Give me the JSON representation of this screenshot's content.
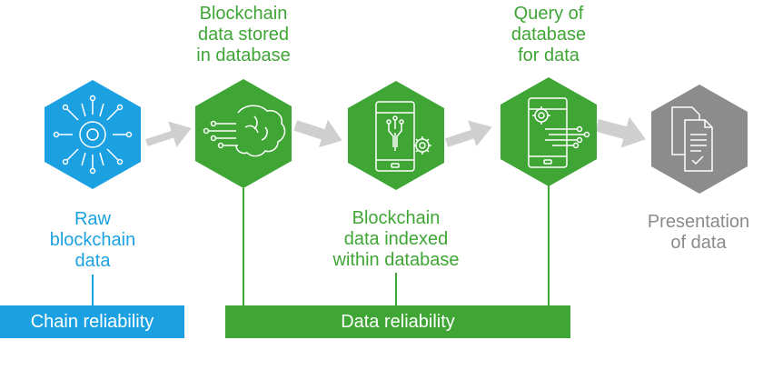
{
  "colors": {
    "blue": "#1ba1e2",
    "green": "#3fa535",
    "gray": "#8c8c8c",
    "arrow": "#cfcfcf",
    "label_gray": "#8a8a8a"
  },
  "steps": [
    {
      "label": "Raw\nblockchain\ndata",
      "icon": "circuit-gear-icon",
      "color": "blue"
    },
    {
      "label": "Blockchain\ndata stored\nin database",
      "icon": "brain-circuit-icon",
      "color": "green"
    },
    {
      "label": "Blockchain\ndata indexed\nwithin database",
      "icon": "phone-circuit-gear-icon",
      "color": "green"
    },
    {
      "label": "Query of\ndatabase\nfor data",
      "icon": "phone-gear-circuit-icon",
      "color": "green"
    },
    {
      "label": "Presentation\nof data",
      "icon": "documents-icon",
      "color": "gray"
    }
  ],
  "bars": {
    "chain": "Chain reliability",
    "data": "Data  reliability"
  }
}
